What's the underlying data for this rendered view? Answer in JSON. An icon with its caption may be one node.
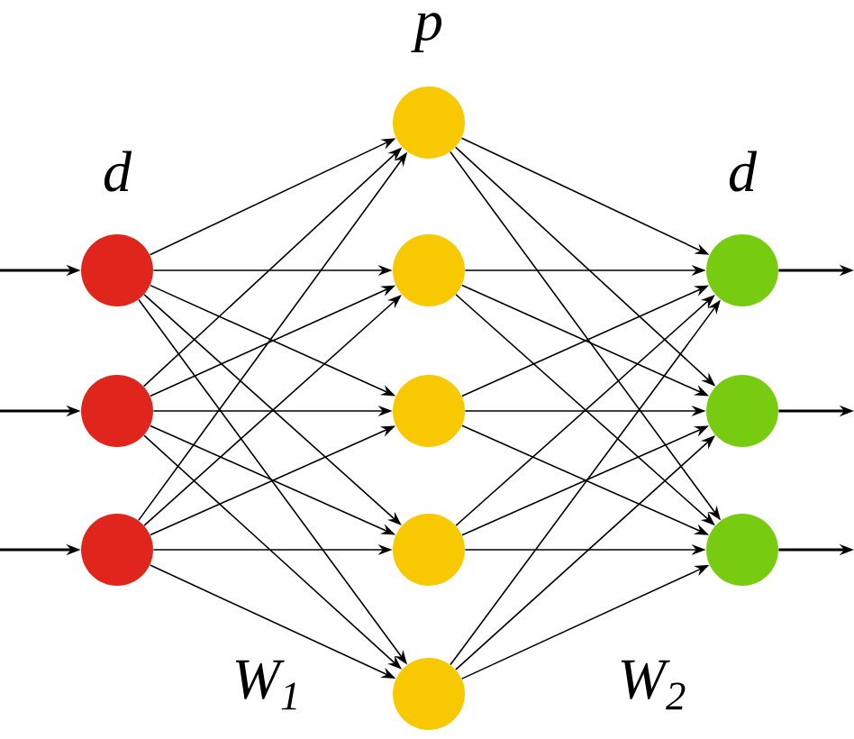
{
  "diagram": {
    "nodes": [
      {
        "text": [],
        "shape": "circle"
      },
      {
        "text": [],
        "shape": "circle"
      },
      {
        "text": [],
        "shape": "circle"
      },
      {
        "text": [],
        "shape": "circle"
      },
      {
        "text": [],
        "shape": "circle"
      },
      {
        "text": [],
        "shape": "circle"
      },
      {
        "text": [],
        "shape": "circle"
      },
      {
        "text": [],
        "shape": "circle"
      },
      {
        "text": [],
        "shape": "circle"
      },
      {
        "text": [],
        "shape": "circle"
      },
      {
        "text": [],
        "shape": "circle"
      }
    ],
    "edges": [
      {
        "from": null,
        "to": 0,
        "arrow": "to"
      },
      {
        "from": null,
        "to": 1,
        "arrow": "to"
      },
      {
        "from": null,
        "to": 2,
        "arrow": "to"
      },
      {
        "from": 0,
        "to": 3,
        "arrow": "to"
      },
      {
        "from": 0,
        "to": 4,
        "arrow": "to"
      },
      {
        "from": 0,
        "to": 5,
        "arrow": "to"
      },
      {
        "from": 0,
        "to": 6,
        "arrow": "to"
      },
      {
        "from": 0,
        "to": 7,
        "arrow": "to"
      },
      {
        "from": 1,
        "to": 3,
        "arrow": "to"
      },
      {
        "from": 1,
        "to": 4,
        "arrow": "to"
      },
      {
        "from": 1,
        "to": 5,
        "arrow": "to"
      },
      {
        "from": 1,
        "to": 6,
        "arrow": "to"
      },
      {
        "from": 1,
        "to": 7,
        "arrow": "to"
      },
      {
        "from": 2,
        "to": 3,
        "arrow": "to"
      },
      {
        "from": 2,
        "to": 4,
        "arrow": "to"
      },
      {
        "from": 2,
        "to": 5,
        "arrow": "to"
      },
      {
        "from": 2,
        "to": 6,
        "arrow": "to"
      },
      {
        "from": 2,
        "to": 7,
        "arrow": "to"
      },
      {
        "from": 3,
        "to": 8,
        "arrow": "to"
      },
      {
        "from": 3,
        "to": 9,
        "arrow": "to"
      },
      {
        "from": 3,
        "to": 10,
        "arrow": "to"
      },
      {
        "from": 4,
        "to": 8,
        "arrow": "to"
      },
      {
        "from": 4,
        "to": 9,
        "arrow": "to"
      },
      {
        "from": 4,
        "to": 10,
        "arrow": "to"
      },
      {
        "from": 5,
        "to": 8,
        "arrow": "to"
      },
      {
        "from": 5,
        "to": 9,
        "arrow": "to"
      },
      {
        "from": 5,
        "to": 10,
        "arrow": "to"
      },
      {
        "from": 6,
        "to": 8,
        "arrow": "to"
      },
      {
        "from": 6,
        "to": 9,
        "arrow": "to"
      },
      {
        "from": 6,
        "to": 10,
        "arrow": "to"
      },
      {
        "from": 7,
        "to": 8,
        "arrow": "to"
      },
      {
        "from": 7,
        "to": 9,
        "arrow": "to"
      },
      {
        "from": 7,
        "to": 10,
        "arrow": "to"
      },
      {
        "from": 8,
        "to": null,
        "arrow": "to"
      },
      {
        "from": 9,
        "to": null,
        "arrow": "to"
      },
      {
        "from": 10,
        "to": null,
        "arrow": "to"
      }
    ],
    "labels": [
      "p",
      "d",
      "d",
      "W$_{1}$",
      "W$_{2}$"
    ]
  }
}
